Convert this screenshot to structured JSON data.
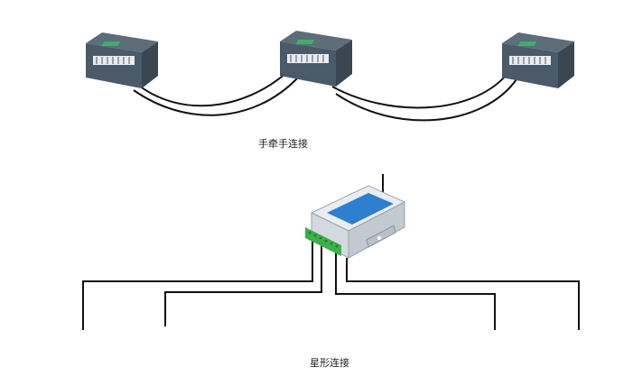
{
  "captions": {
    "daisy_chain": "手牵手连接",
    "star": "星形连接"
  },
  "colors": {
    "device_body": "#4a5a68",
    "device_top": "#5d6d7a",
    "device_side": "#3a4652",
    "terminal_strip": "#e8ecef",
    "label_green": "#3fae6a",
    "hub_body": "#e9edf1",
    "hub_top": "#2f7fd0",
    "hub_terminal": "#3cb04a",
    "cable": "#111111",
    "wire": "#111111"
  },
  "diagram": {
    "top_row": {
      "device_count": 3,
      "connection": "daisy-chain",
      "cables_between_devices": 2
    },
    "bottom_row": {
      "hub": "central-module",
      "branches": 4,
      "connection": "star"
    }
  }
}
